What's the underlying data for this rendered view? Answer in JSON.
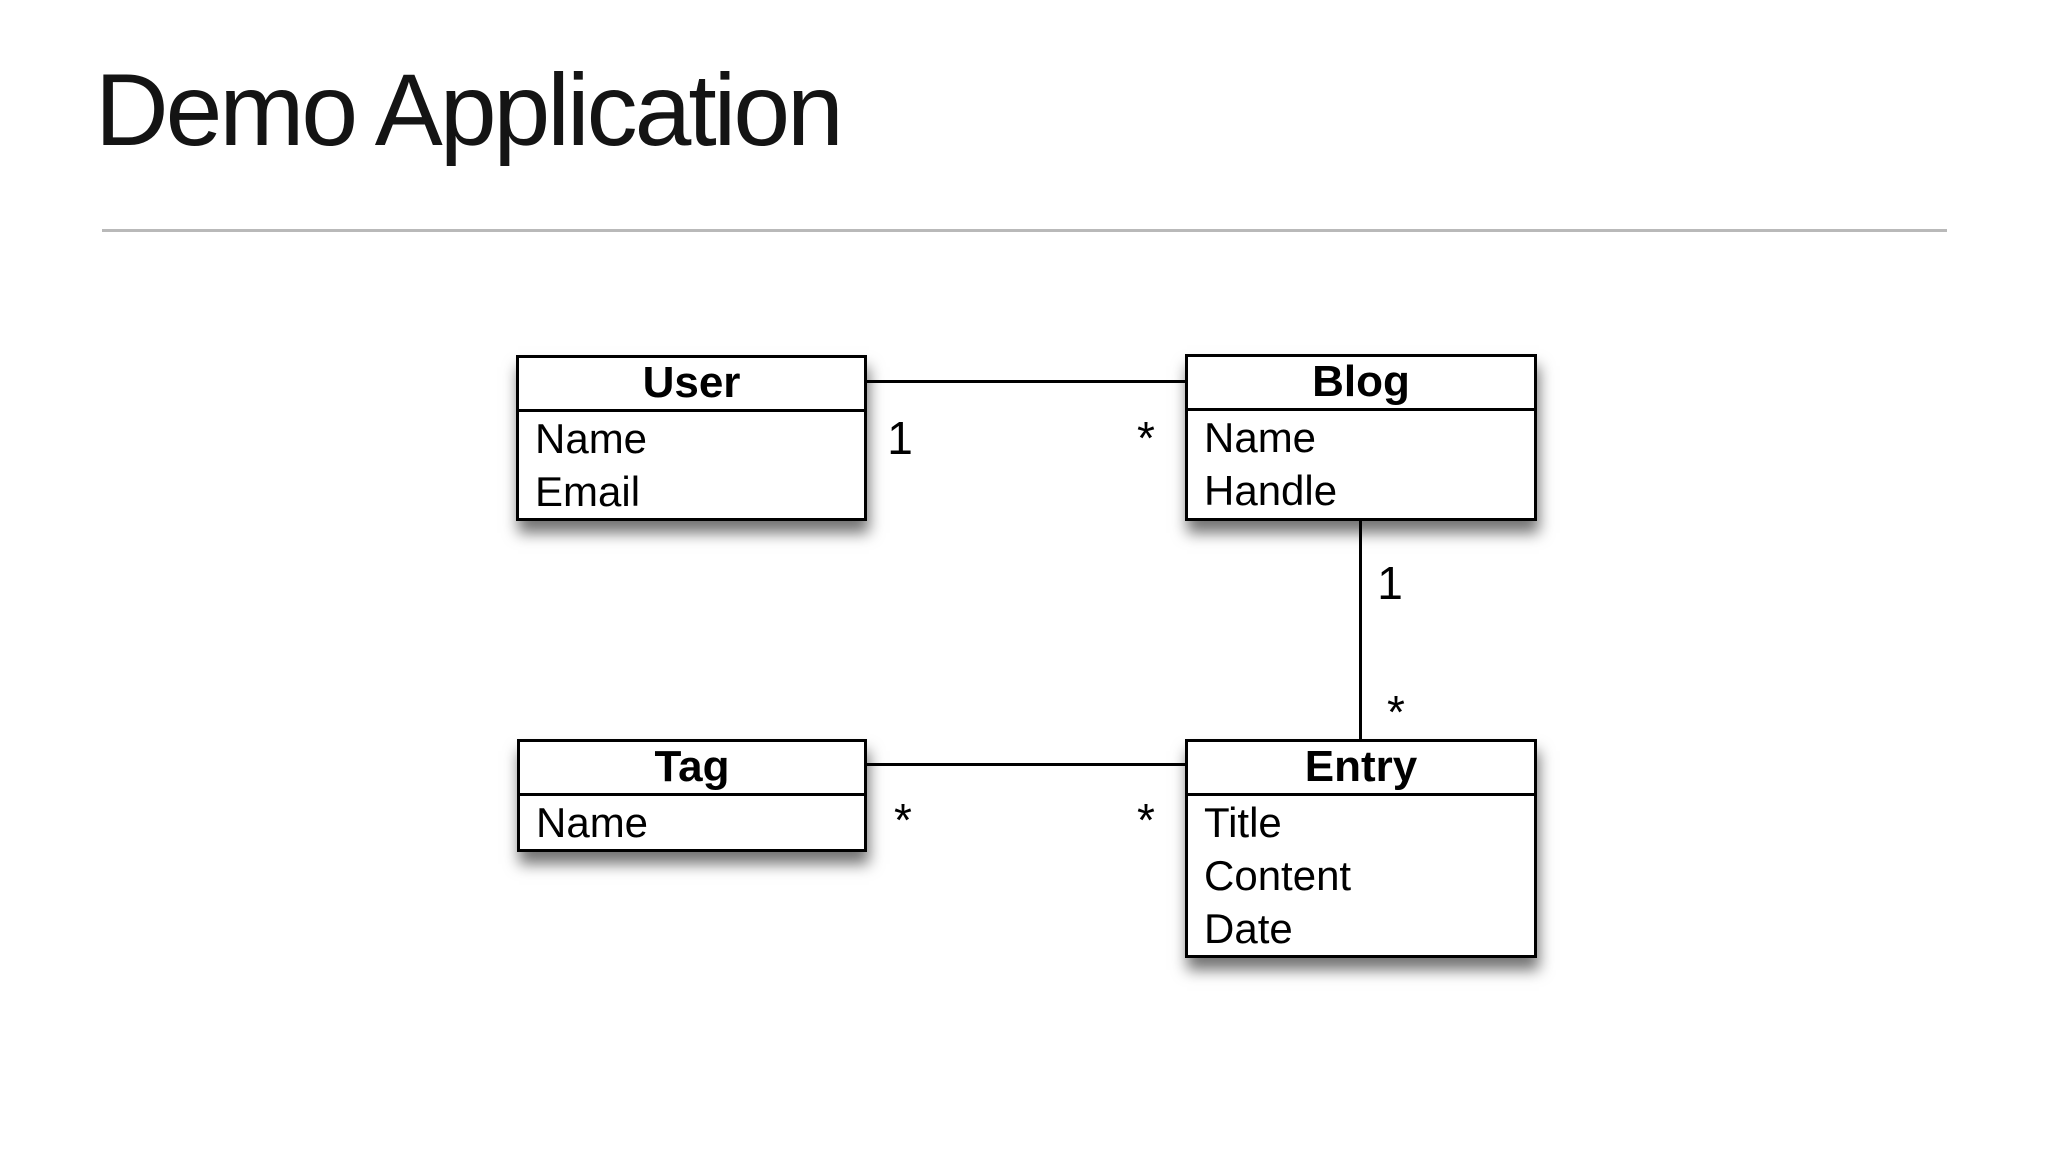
{
  "slide": {
    "title": "Demo Application"
  },
  "diagram": {
    "entities": [
      {
        "name": "User",
        "attributes": [
          "Name",
          "Email"
        ]
      },
      {
        "name": "Blog",
        "attributes": [
          "Name",
          "Handle"
        ]
      },
      {
        "name": "Tag",
        "attributes": [
          "Name"
        ]
      },
      {
        "name": "Entry",
        "attributes": [
          "Title",
          "Content",
          "Date"
        ]
      }
    ],
    "relationships": [
      {
        "from": "User",
        "to": "Blog",
        "from_cardinality": "1",
        "to_cardinality": "*"
      },
      {
        "from": "Blog",
        "to": "Entry",
        "from_cardinality": "1",
        "to_cardinality": "*"
      },
      {
        "from": "Tag",
        "to": "Entry",
        "from_cardinality": "*",
        "to_cardinality": "*"
      }
    ]
  },
  "colors": {
    "background": "#ffffff",
    "box_fill": "#ffffff",
    "box_border": "#000000",
    "text": "#000000",
    "divider": "#b9b9b9"
  }
}
